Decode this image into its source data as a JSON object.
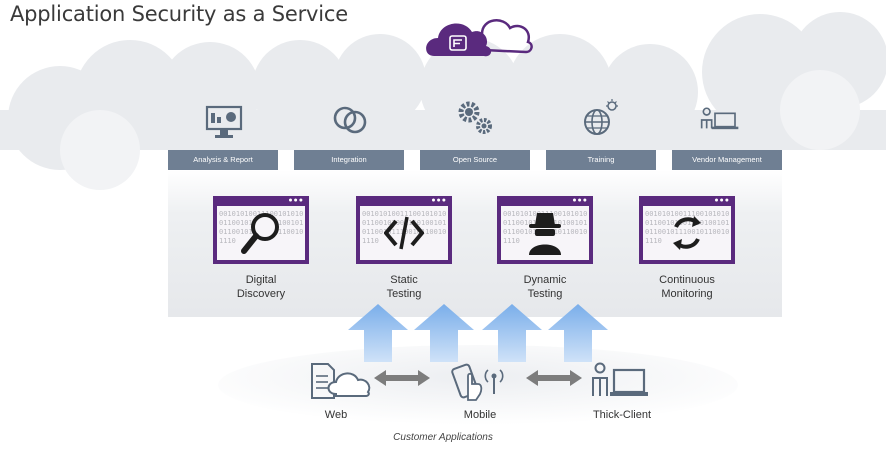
{
  "title": "Application Security as a Service",
  "logo_icon": "cloud-logo-icon",
  "services": [
    {
      "label": "Analysis & Report",
      "icon": "monitor-report-icon"
    },
    {
      "label": "Integration",
      "icon": "integration-rings-icon"
    },
    {
      "label": "Open Source",
      "icon": "gears-icon"
    },
    {
      "label": "Training",
      "icon": "globe-bulb-icon"
    },
    {
      "label": "Vendor Management",
      "icon": "person-laptop-icon"
    }
  ],
  "steps": [
    {
      "line1": "Digital",
      "line2": "Discovery",
      "icon": "magnifier-icon"
    },
    {
      "line1": "Static",
      "line2": "Testing",
      "icon": "code-brackets-icon"
    },
    {
      "line1": "Dynamic",
      "line2": "Testing",
      "icon": "hacker-icon"
    },
    {
      "line1": "Continuous",
      "line2": "Monitoring",
      "icon": "refresh-cycle-icon"
    }
  ],
  "binary_text": "0010101001110010101001100101001110100101011001011100101100101110",
  "clients": [
    {
      "label": "Web",
      "icon": "web-cloud-icon"
    },
    {
      "label": "Mobile",
      "icon": "mobile-touch-icon"
    },
    {
      "label": "Thick-Client",
      "icon": "desktop-user-icon"
    }
  ],
  "caption": "Customer Applications",
  "colors": {
    "purple": "#5a2a7e",
    "bar": "#6f7f93",
    "arrow": "#8ab8ef",
    "icon": "#5a6a7c"
  }
}
